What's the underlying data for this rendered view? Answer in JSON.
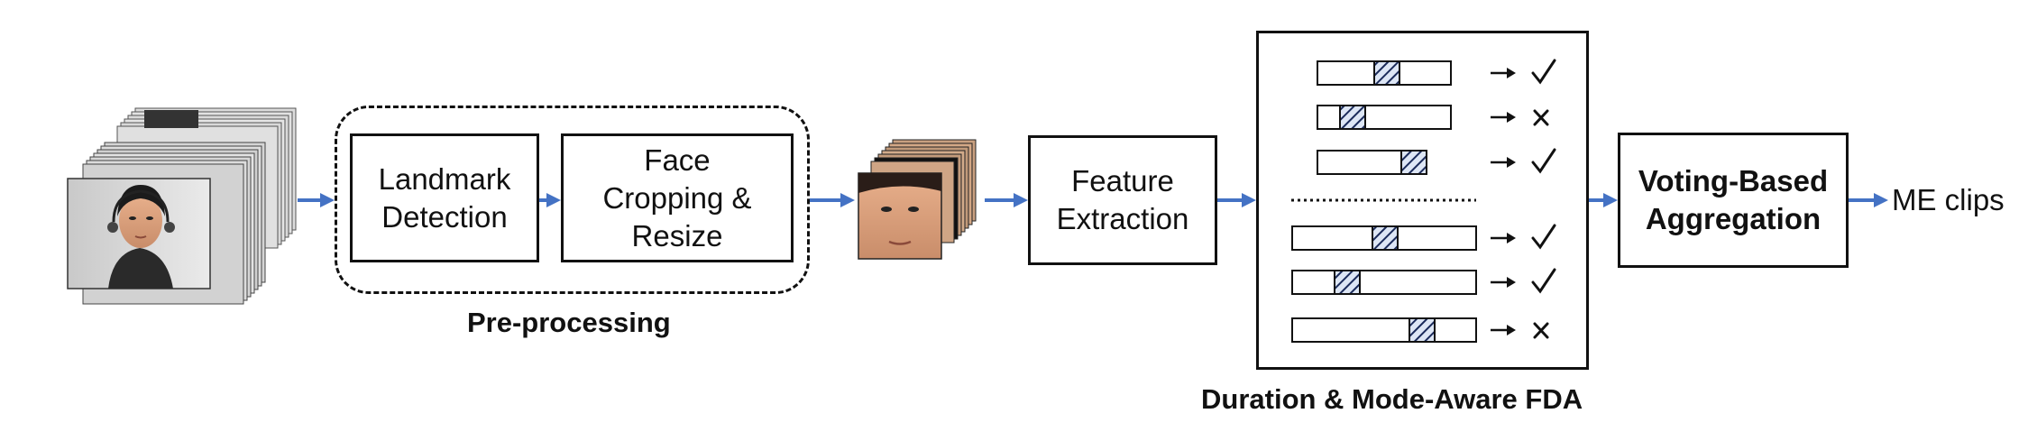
{
  "colors": {
    "arrow": "#4472C4",
    "line": "#111111",
    "hatch": "#1a2a5a",
    "hatch_fill": "#dde6f5"
  },
  "preprocessing": {
    "caption": "Pre-processing",
    "landmark": "Landmark\nDetection",
    "face_crop": "Face\nCropping &\nResize"
  },
  "feature": {
    "label": "Feature\nExtraction"
  },
  "fda": {
    "caption": "Duration & Mode-Aware FDA",
    "rows": [
      {
        "result": "check-icon"
      },
      {
        "result": "cross-icon"
      },
      {
        "result": "check-icon"
      },
      {
        "result": "check-icon"
      },
      {
        "result": "check-icon"
      },
      {
        "result": "cross-icon"
      }
    ]
  },
  "voting": {
    "label": "Voting-Based\nAggregation"
  },
  "output": {
    "label": "ME clips"
  }
}
